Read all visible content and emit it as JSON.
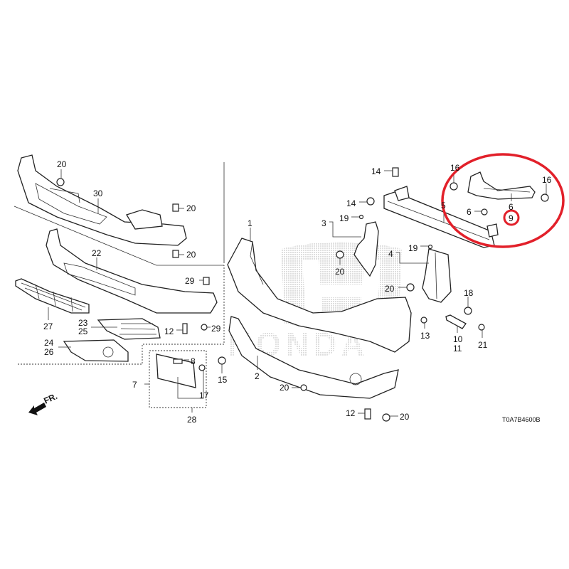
{
  "diagram": {
    "code": "T0A7B4600B",
    "direction_label": "FR.",
    "highlight_color": "#e2202a",
    "highlighted_part": "9",
    "labels": [
      "20",
      "30",
      "20",
      "20",
      "22",
      "29",
      "27",
      "23",
      "25",
      "12",
      "29",
      "24",
      "26",
      "8",
      "7",
      "15",
      "17",
      "28",
      "1",
      "2",
      "14",
      "14",
      "3",
      "19",
      "20",
      "4",
      "19",
      "20",
      "5",
      "16",
      "16",
      "6",
      "6",
      "9",
      "18",
      "13",
      "10",
      "11",
      "21",
      "20",
      "12",
      "20"
    ]
  }
}
